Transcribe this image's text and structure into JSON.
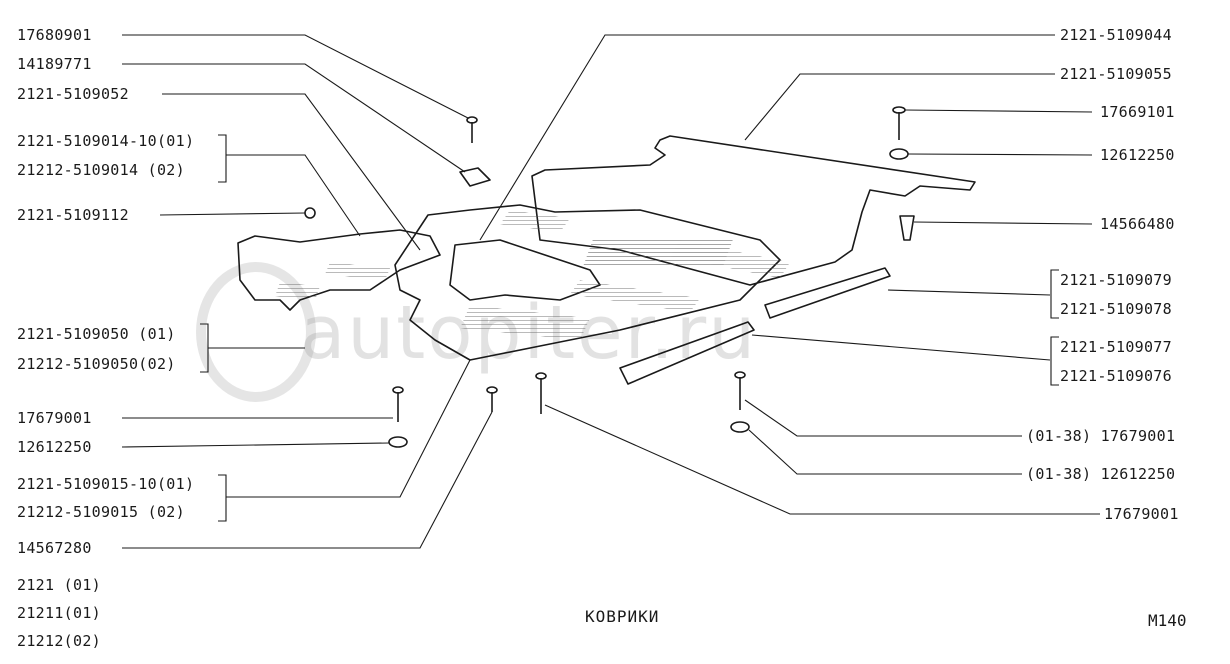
{
  "title": "КОВРИКИ",
  "sheet_code": "М140",
  "watermark": "autopiter.ru",
  "models": [
    "2121 (01)",
    "21211(01)",
    "21212(02)"
  ],
  "left_labels": [
    "17680901",
    "14189771",
    "2121-5109052",
    "2121-5109014-10(01)",
    "21212-5109014 (02)",
    "2121-5109112",
    "2121-5109050 (01)",
    "21212-5109050(02)",
    "17679001",
    "12612250",
    "2121-5109015-10(01)",
    "21212-5109015 (02)",
    "14567280"
  ],
  "right_labels": [
    "2121-5109044",
    "2121-5109055",
    "17669101",
    "12612250",
    "14566480",
    "2121-5109079",
    "2121-5109078",
    "2121-5109077",
    "2121-5109076",
    "(01-38) 17679001",
    "(01-38) 12612250",
    "17679001"
  ]
}
